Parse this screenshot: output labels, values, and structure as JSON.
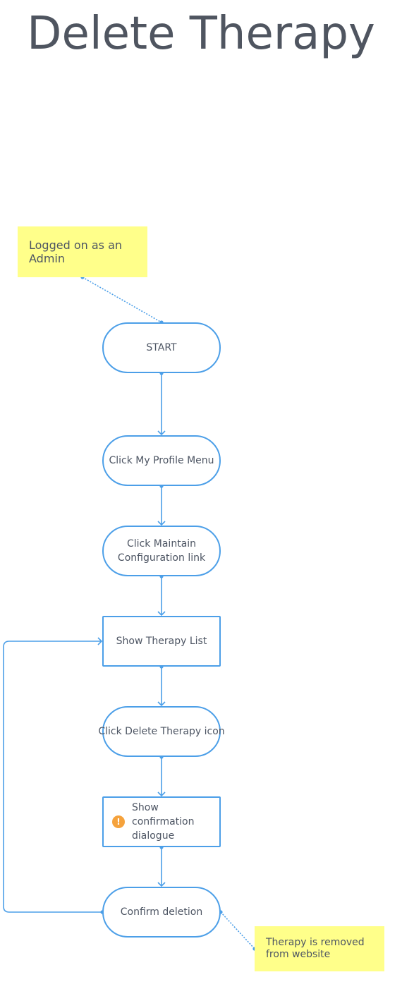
{
  "title": "Delete Therapy",
  "notes": {
    "admin": "Logged on as an Admin",
    "removed": "Therapy is removed from website"
  },
  "nodes": {
    "start": "START",
    "profile_menu": "Click My Profile Menu",
    "maintain_config": "Click Maintain Configuration link",
    "therapy_list": "Show Therapy List",
    "delete_icon": "Click Delete Therapy icon",
    "confirm_dialog": "Show confirmation dialogue",
    "confirm_delete": "Confirm deletion"
  },
  "icons": {
    "warning": "warning-icon"
  },
  "colors": {
    "stroke": "#4c9fe8",
    "note": "#ffff8a",
    "warning": "#f5a23c",
    "text": "#4d5563"
  }
}
